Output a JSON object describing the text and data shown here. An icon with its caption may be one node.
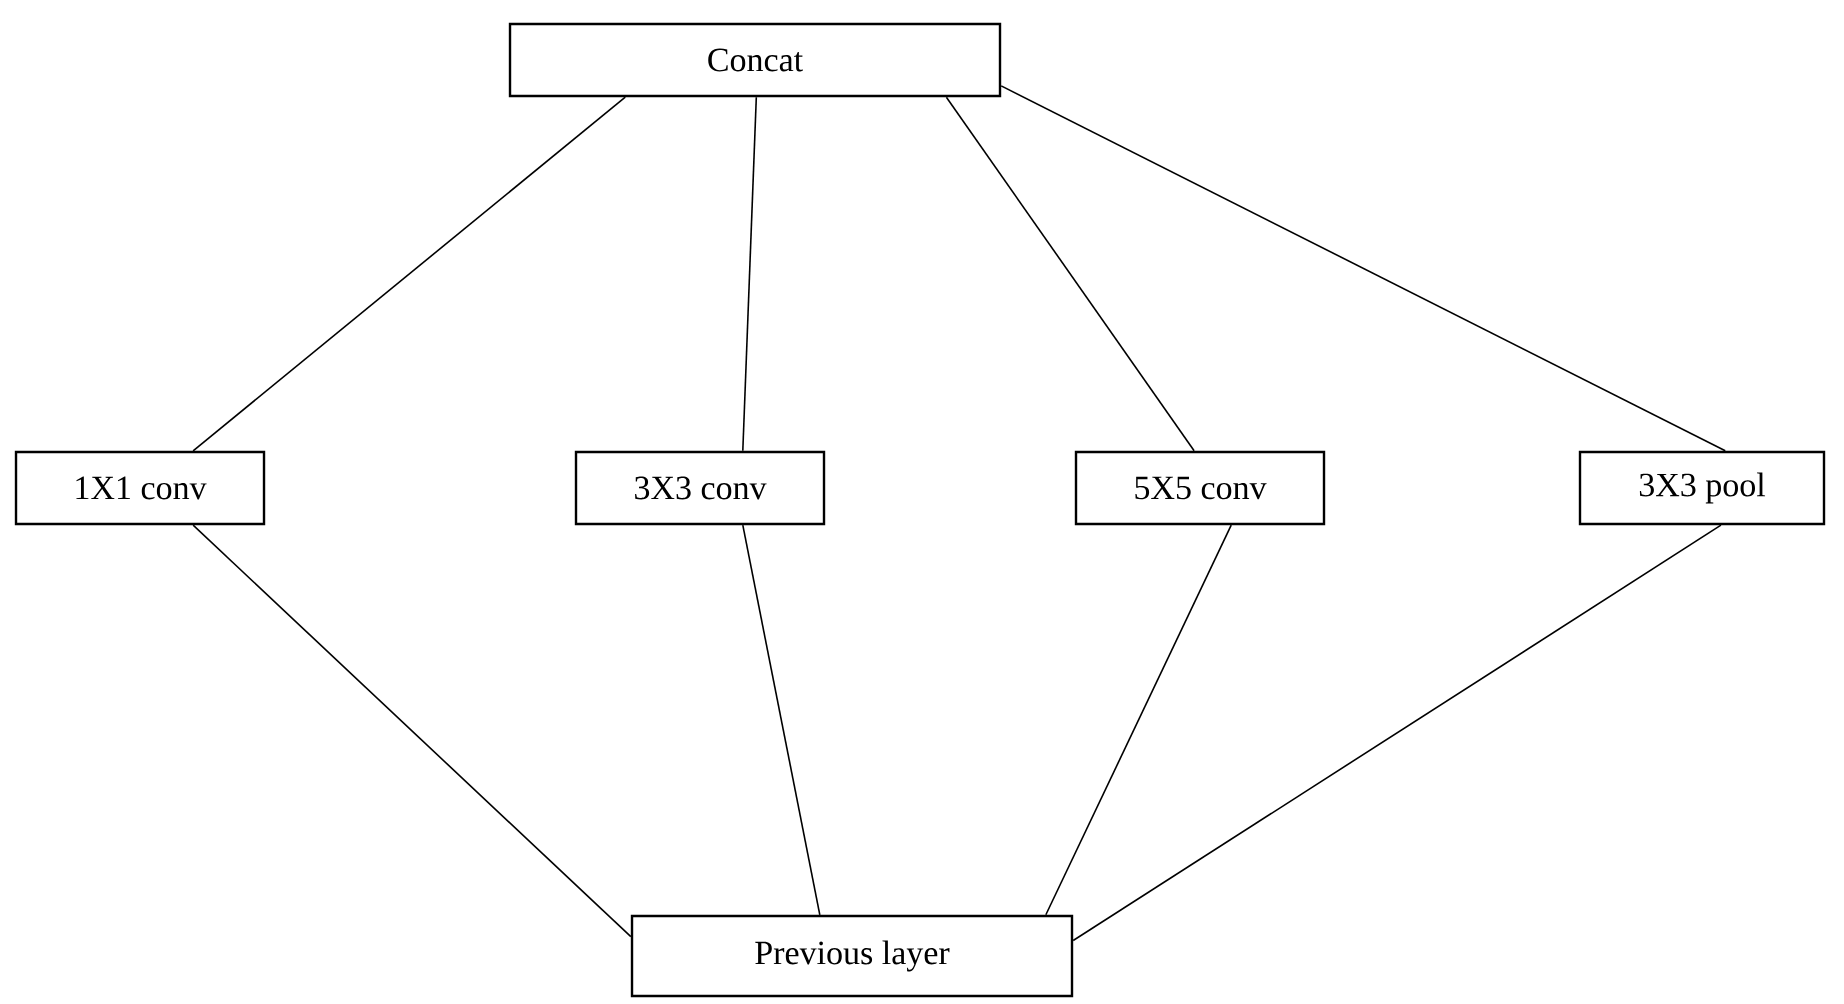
{
  "diagram": {
    "nodes": [
      {
        "text": [
          "Concat"
        ]
      },
      {
        "text": [
          "1X1 conv"
        ]
      },
      {
        "text": [
          "3X3 conv"
        ]
      },
      {
        "text": [
          "5X5 conv"
        ]
      },
      {
        "text": [
          "3X3 pool"
        ]
      },
      {
        "text": [
          "Previous layer"
        ]
      }
    ],
    "edges": [
      {
        "from": 5,
        "to": 1,
        "arrow": "none"
      },
      {
        "from": 5,
        "to": 2,
        "arrow": "none"
      },
      {
        "from": 5,
        "to": 3,
        "arrow": "none"
      },
      {
        "from": 5,
        "to": 4,
        "arrow": "none"
      },
      {
        "from": 1,
        "to": 0,
        "arrow": "none"
      },
      {
        "from": 2,
        "to": 0,
        "arrow": "none"
      },
      {
        "from": 3,
        "to": 0,
        "arrow": "none"
      },
      {
        "from": 4,
        "to": 0,
        "arrow": "none"
      }
    ]
  }
}
